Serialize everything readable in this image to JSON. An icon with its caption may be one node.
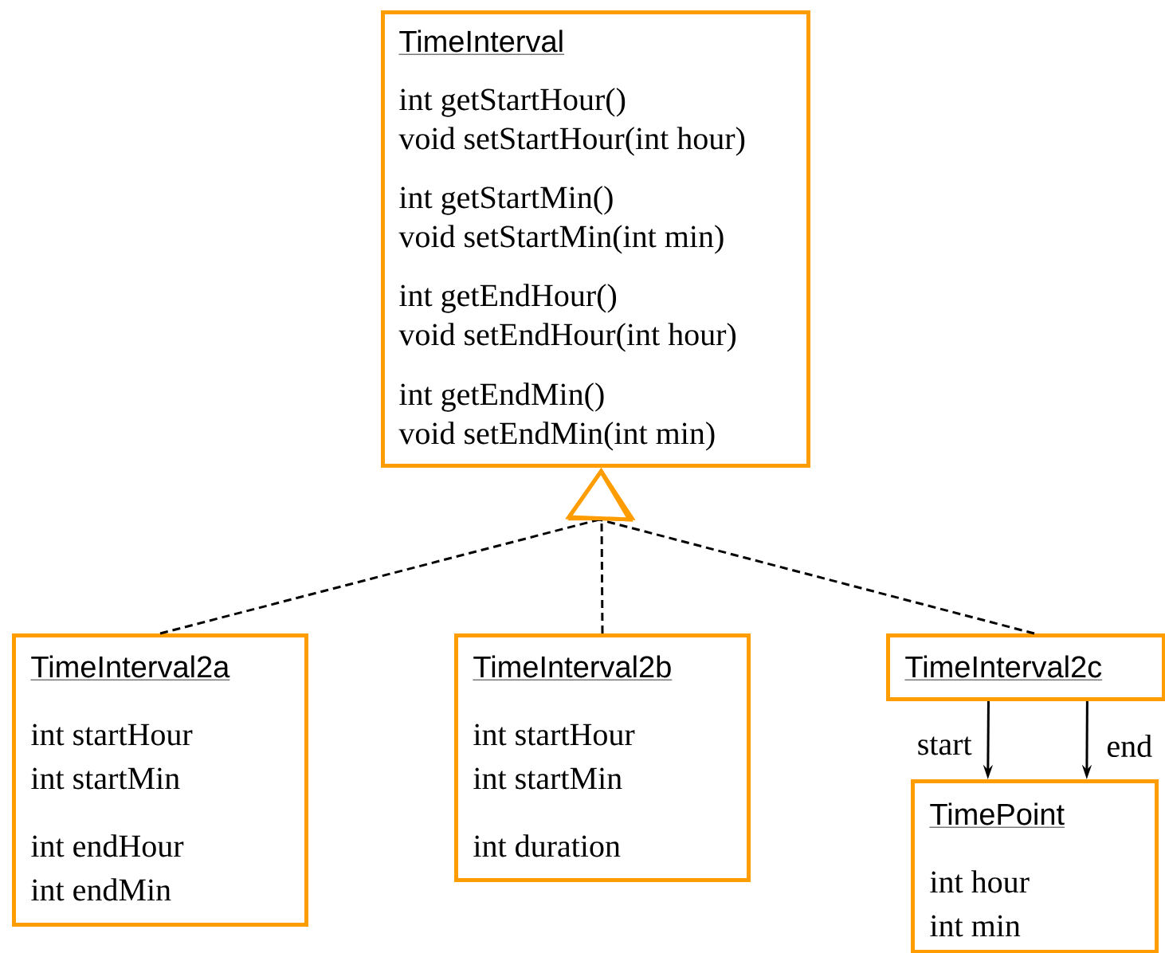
{
  "diagram": {
    "nodes": [
      {
        "text": [
          "TimeInterval",
          "int getStartHour()",
          "void setStartHour(int hour)",
          "int getStartMin()",
          "void setStartMin(int min)",
          "int getEndHour()",
          "void setEndHour(int hour)",
          "int getEndMin()",
          "void setEndMin(int min)"
        ]
      },
      {
        "text": [
          "TimeInterval2a",
          "int startHour",
          "int startMin",
          "int endHour",
          "int endMin"
        ]
      },
      {
        "text": [
          "TimeInterval2b",
          "int startHour",
          "int startMin",
          "int duration"
        ]
      },
      {
        "text": [
          "TimeInterval2c"
        ]
      },
      {
        "text": [
          "TimePoint",
          "int hour",
          "int min"
        ]
      }
    ],
    "edges": [
      {
        "from": 1,
        "to": 0,
        "arrow": "to",
        "style": "dashed"
      },
      {
        "from": 2,
        "to": 0,
        "arrow": "to",
        "style": "dashed"
      },
      {
        "from": 3,
        "to": 0,
        "arrow": "to",
        "style": "dashed"
      },
      {
        "from": 3,
        "to": 4,
        "arrow": "to",
        "label": "start"
      },
      {
        "from": 3,
        "to": 4,
        "arrow": "to",
        "label": "end"
      }
    ]
  }
}
